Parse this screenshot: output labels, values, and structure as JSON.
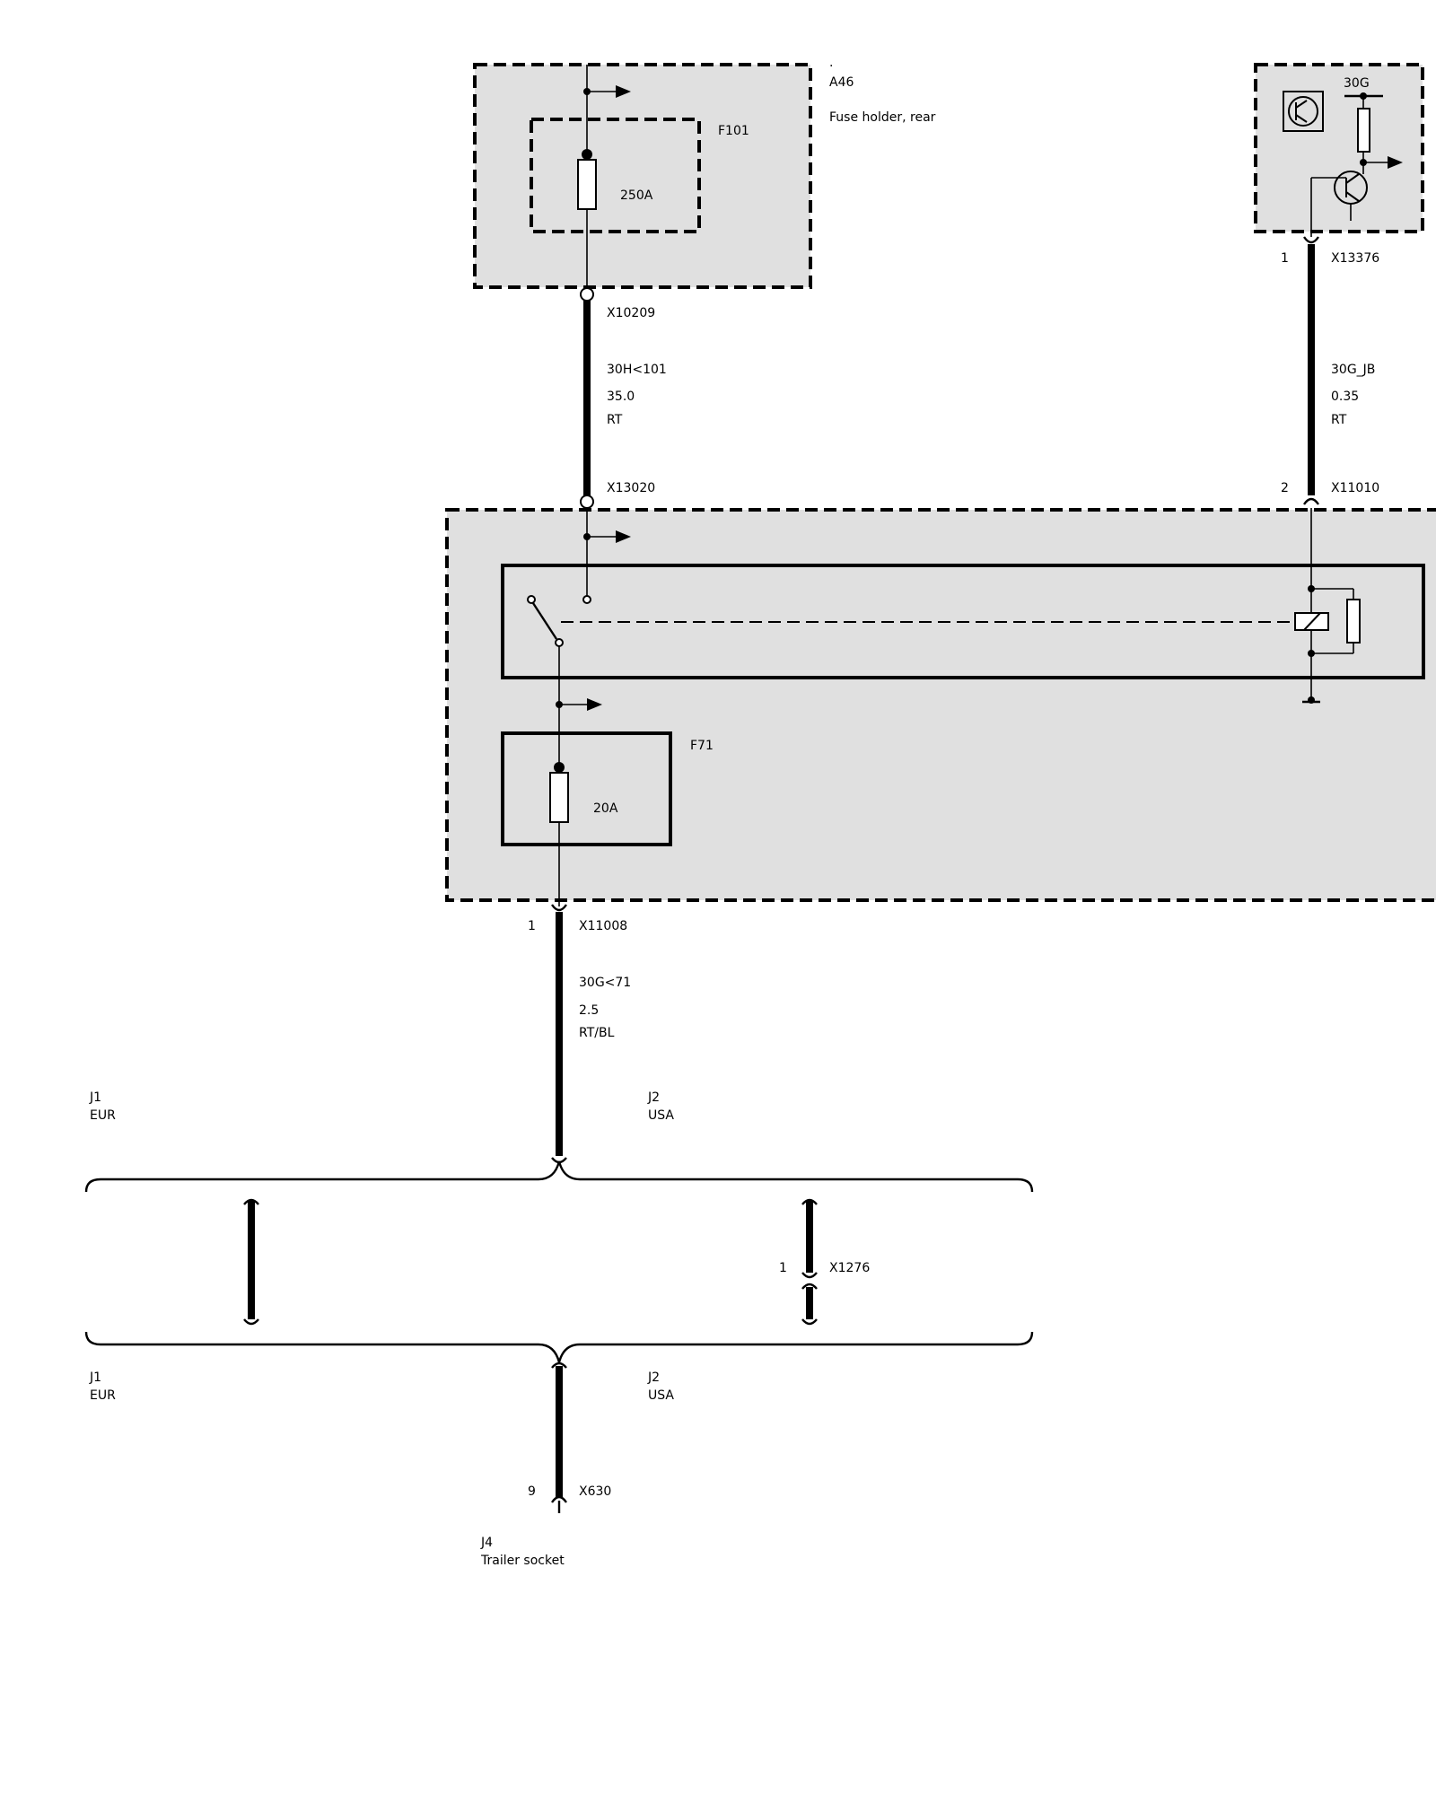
{
  "modules": {
    "a46": {
      "dot": ".",
      "id": "A46",
      "name": "Fuse holder, rear"
    },
    "f101": {
      "id": "F101",
      "rating": "250A"
    },
    "f71": {
      "id": "F71",
      "rating": "20A"
    },
    "source30g": {
      "label": "30G"
    }
  },
  "connectors": {
    "x10209": "X10209",
    "x13020": "X13020",
    "x13376": {
      "name": "X13376",
      "pin": "1"
    },
    "x11010": {
      "name": "X11010",
      "pin": "2"
    },
    "x11008": {
      "name": "X11008",
      "pin": "1"
    },
    "x1276": {
      "name": "X1276",
      "pin": "1"
    },
    "x630": {
      "name": "X630",
      "pin": "9"
    }
  },
  "wires": {
    "w1": {
      "signal": "30H<101",
      "gauge": "35.0",
      "color": "RT"
    },
    "w2": {
      "signal": "30G_JB",
      "gauge": "0.35",
      "color": "RT"
    },
    "w3": {
      "signal": "30G<71",
      "gauge": "2.5",
      "color": "RT/BL"
    }
  },
  "variants": {
    "top": {
      "j1": "J1",
      "j1_region": "EUR",
      "j2": "J2",
      "j2_region": "USA"
    },
    "bottom": {
      "j1": "J1",
      "j1_region": "EUR",
      "j2": "J2",
      "j2_region": "USA"
    }
  },
  "trailer": {
    "j4": "J4",
    "name": "Trailer socket"
  }
}
